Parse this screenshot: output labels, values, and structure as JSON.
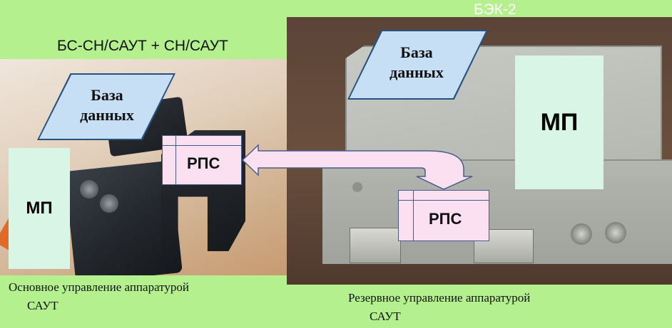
{
  "titles": {
    "left": "БС-СН/САУТ + СН/САУТ",
    "right": "БЭК-2"
  },
  "left_panel": {
    "database": {
      "line1": "База",
      "line2": "данных"
    },
    "mp": "МП",
    "rps": "РПС",
    "caption_line1": "Основное управление аппаратурой",
    "caption_line2": "САУТ"
  },
  "right_panel": {
    "database": {
      "line1": "База",
      "line2": "данных"
    },
    "mp": "МП",
    "rps": "РПС",
    "caption_line1": "Резервное управление аппаратурой",
    "caption_line2": "САУТ"
  },
  "colors": {
    "background": "#b4f08e",
    "database_fill": "#c6dff5",
    "database_border": "#27527f",
    "mp_fill": "#d8f5e6",
    "rps_fill": "#fbe0f2",
    "arrow_fill": "#fbe0f2",
    "arrow_stroke": "#4a5d8a"
  }
}
